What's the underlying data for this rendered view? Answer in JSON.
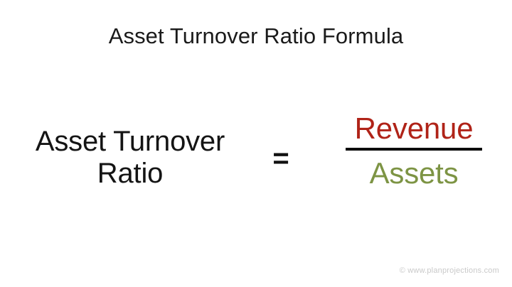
{
  "title": "Asset Turnover Ratio Formula",
  "formula": {
    "left_side": {
      "line1": "Asset Turnover",
      "line2": "Ratio"
    },
    "operator": "=",
    "fraction": {
      "numerator": "Revenue",
      "denominator": "Assets"
    }
  },
  "attribution": "© www.planprojections.com",
  "colors": {
    "background": "#ffffff",
    "title_text": "#1a1a1a",
    "left_side_text": "#141414",
    "operator": "#111111",
    "numerator_red": "#b02318",
    "denominator_green": "#7d9444",
    "fraction_bar": "#0d0d0d",
    "attribution_gray": "#c9c9c9"
  }
}
